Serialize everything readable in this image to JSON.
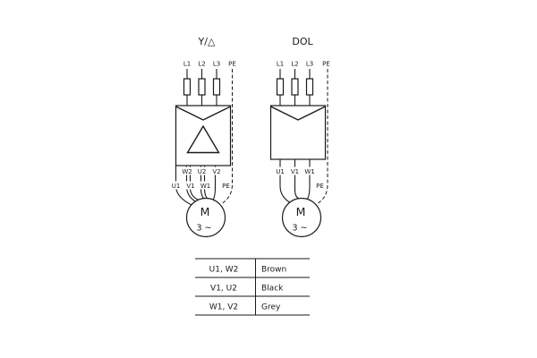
{
  "page": {
    "background": "#ffffff",
    "line_color": "#1a1a1a"
  },
  "star_delta": {
    "title": "Y/△",
    "top_terminals": [
      "L1",
      "L2",
      "L3",
      "PE"
    ],
    "box_terminals": [
      "W2",
      "U2",
      "V2"
    ],
    "motor_terminals": [
      "U1",
      "V1",
      "W1",
      "PE"
    ],
    "motor": {
      "letter": "M",
      "phases": "3 ~"
    }
  },
  "dol": {
    "title": "DOL",
    "top_terminals": [
      "L1",
      "L2",
      "L3",
      "PE"
    ],
    "box_terminals": [
      "U1",
      "V1",
      "W1"
    ],
    "pe_label": "PE",
    "motor": {
      "letter": "M",
      "phases": "3 ~"
    }
  },
  "wiring_table": {
    "rows": [
      {
        "terminals": "U1, W2",
        "color": "Brown"
      },
      {
        "terminals": "V1, U2",
        "color": "Black"
      },
      {
        "terminals": "W1, V2",
        "color": "Grey"
      }
    ]
  }
}
